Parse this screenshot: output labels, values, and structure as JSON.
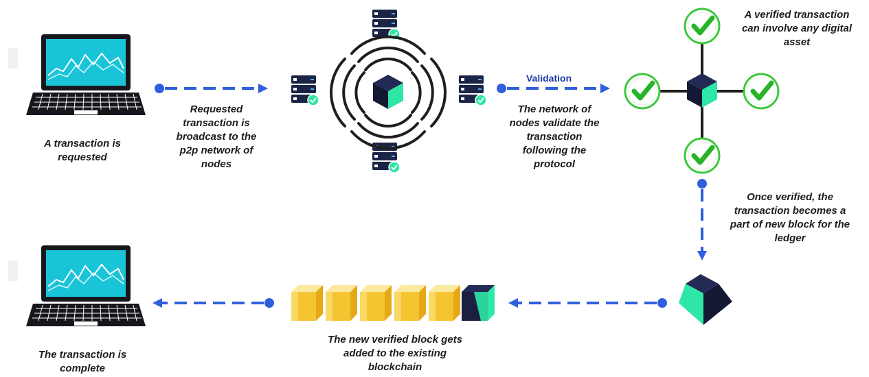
{
  "captions": {
    "requested": [
      "A transaction is",
      "requested"
    ],
    "broadcast": [
      "Requested",
      "transaction is",
      "broadcast to the",
      "p2p network of",
      "nodes"
    ],
    "validate": [
      "The network of",
      "nodes validate the",
      "transaction",
      "following the",
      "protocol"
    ],
    "verified_asset": [
      "A verified transaction",
      "can involve any digital",
      "asset"
    ],
    "new_block": [
      "Once verified, the",
      "transaction becomes a",
      "part of new block for the",
      "ledger"
    ],
    "added": [
      "The new verified block gets",
      "added to the existing",
      "blockchain"
    ],
    "complete": [
      "The transaction is",
      "complete"
    ]
  },
  "validation_label": "Validation",
  "icons": {
    "laptop": "laptop-icon",
    "server": "server-icon",
    "block": "block-cube-icon",
    "check": "check-icon",
    "signal": "broadcast-waves-icon"
  },
  "colors": {
    "arrow": "#2f5fdc",
    "dark_navy": "#1b2040",
    "teal": "#2ee6a6",
    "screen": "#14c4d8",
    "check_ring": "#3cc83c",
    "chain_gold": "#f5c531",
    "chain_pale": "#fbe9a0"
  },
  "chain_block_count": 5
}
